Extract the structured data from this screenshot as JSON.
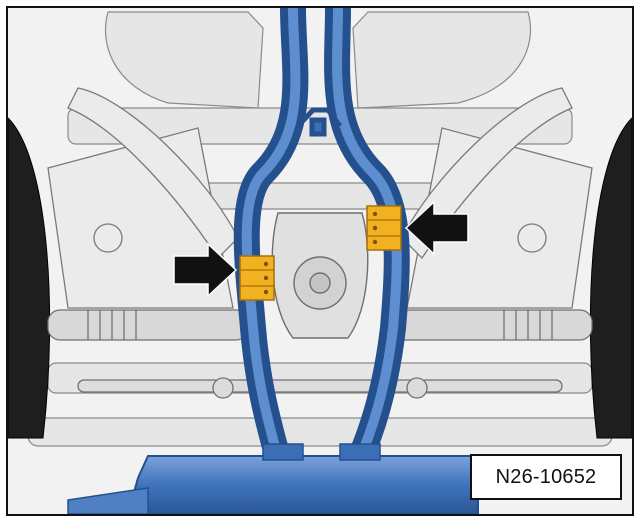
{
  "figure": {
    "reference_code": "N26-10652"
  },
  "colors": {
    "pipe": "#3a6fb8",
    "pipe_highlight": "#6c9ad6",
    "clamp": "#f2b120",
    "arrow": "#111111",
    "chassis_line": "#8a8a8a",
    "chassis_fill": "#e3e3e3"
  },
  "callouts": [
    {
      "id": "left-clamp",
      "icon": "arrow-right-icon"
    },
    {
      "id": "right-clamp",
      "icon": "arrow-left-icon"
    }
  ]
}
